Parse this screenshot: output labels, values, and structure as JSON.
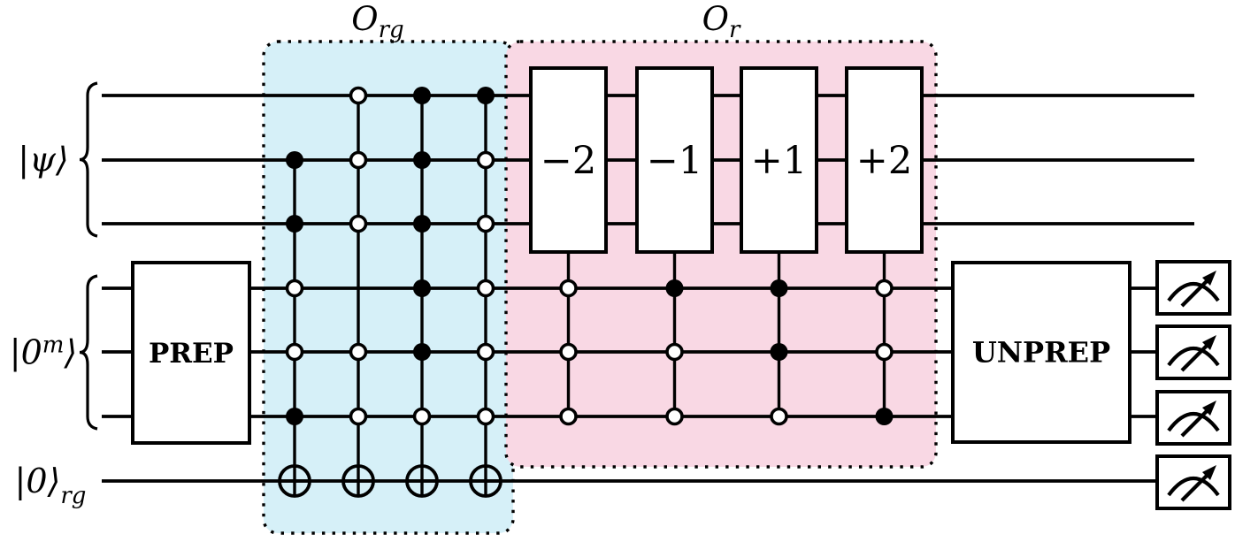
{
  "figure": {
    "description": "quantum-circuit-diagram",
    "colors": {
      "ink": "#000000",
      "gate_fill": "#ffffff",
      "region_org_fill": "#d6f0f8",
      "region_or_fill": "#f9d8e4"
    },
    "registers": [
      {
        "name": "psi",
        "label_pre": "|ψ⟩",
        "label_sup": "",
        "label_post": "",
        "label_sub": "",
        "wires": [
          0,
          1,
          2
        ],
        "brace": true
      },
      {
        "name": "zero-m",
        "label_pre": "|0",
        "label_sup": "m",
        "label_post": "⟩",
        "label_sub": "",
        "wires": [
          3,
          4,
          5
        ],
        "brace": true
      },
      {
        "name": "zero-rg",
        "label_pre": "|0⟩",
        "label_sup": "",
        "label_post": "",
        "label_sub": "rg",
        "wires": [
          6
        ],
        "brace": false
      }
    ],
    "regions": [
      {
        "name": "org",
        "label_main": "O",
        "label_sub": "rg",
        "fill_key": "region_org_fill"
      },
      {
        "name": "or",
        "label_main": "O",
        "label_sub": "r",
        "fill_key": "region_or_fill"
      }
    ],
    "prep_box": {
      "label": "PREP"
    },
    "unprep_box": {
      "label": "UNPREP"
    },
    "cnot_columns": [
      {
        "name": "cnot-column-1",
        "controls": [
          {
            "wire": 1,
            "type": "filled"
          },
          {
            "wire": 2,
            "type": "filled"
          },
          {
            "wire": 3,
            "type": "open"
          },
          {
            "wire": 4,
            "type": "open"
          },
          {
            "wire": 5,
            "type": "filled"
          }
        ],
        "line_top_wire": 1,
        "target_wire": 6
      },
      {
        "name": "cnot-column-2",
        "controls": [
          {
            "wire": 0,
            "type": "open"
          },
          {
            "wire": 1,
            "type": "open"
          },
          {
            "wire": 2,
            "type": "open"
          },
          {
            "wire": 4,
            "type": "open"
          },
          {
            "wire": 5,
            "type": "open"
          }
        ],
        "line_top_wire": 0,
        "target_wire": 6
      },
      {
        "name": "cnot-column-3",
        "controls": [
          {
            "wire": 0,
            "type": "filled"
          },
          {
            "wire": 1,
            "type": "filled"
          },
          {
            "wire": 2,
            "type": "filled"
          },
          {
            "wire": 3,
            "type": "filled"
          },
          {
            "wire": 4,
            "type": "filled"
          },
          {
            "wire": 5,
            "type": "open"
          }
        ],
        "line_top_wire": 0,
        "target_wire": 6
      },
      {
        "name": "cnot-column-4",
        "controls": [
          {
            "wire": 0,
            "type": "filled"
          },
          {
            "wire": 1,
            "type": "open"
          },
          {
            "wire": 2,
            "type": "open"
          },
          {
            "wire": 3,
            "type": "open"
          },
          {
            "wire": 4,
            "type": "open"
          },
          {
            "wire": 5,
            "type": "open"
          }
        ],
        "line_top_wire": 0,
        "target_wire": 6
      }
    ],
    "shift_gates": [
      {
        "label": "−2",
        "controls": [
          {
            "wire": 3,
            "type": "open"
          },
          {
            "wire": 4,
            "type": "open"
          },
          {
            "wire": 5,
            "type": "open"
          }
        ]
      },
      {
        "label": "−1",
        "controls": [
          {
            "wire": 3,
            "type": "filled"
          },
          {
            "wire": 4,
            "type": "open"
          },
          {
            "wire": 5,
            "type": "open"
          }
        ]
      },
      {
        "label": "+1",
        "controls": [
          {
            "wire": 3,
            "type": "filled"
          },
          {
            "wire": 4,
            "type": "filled"
          },
          {
            "wire": 5,
            "type": "open"
          }
        ]
      },
      {
        "label": "+2",
        "controls": [
          {
            "wire": 3,
            "type": "open"
          },
          {
            "wire": 4,
            "type": "open"
          },
          {
            "wire": 5,
            "type": "filled"
          }
        ]
      }
    ],
    "measurements": [
      {
        "wire": 3
      },
      {
        "wire": 4
      },
      {
        "wire": 5
      },
      {
        "wire": 6
      }
    ]
  }
}
